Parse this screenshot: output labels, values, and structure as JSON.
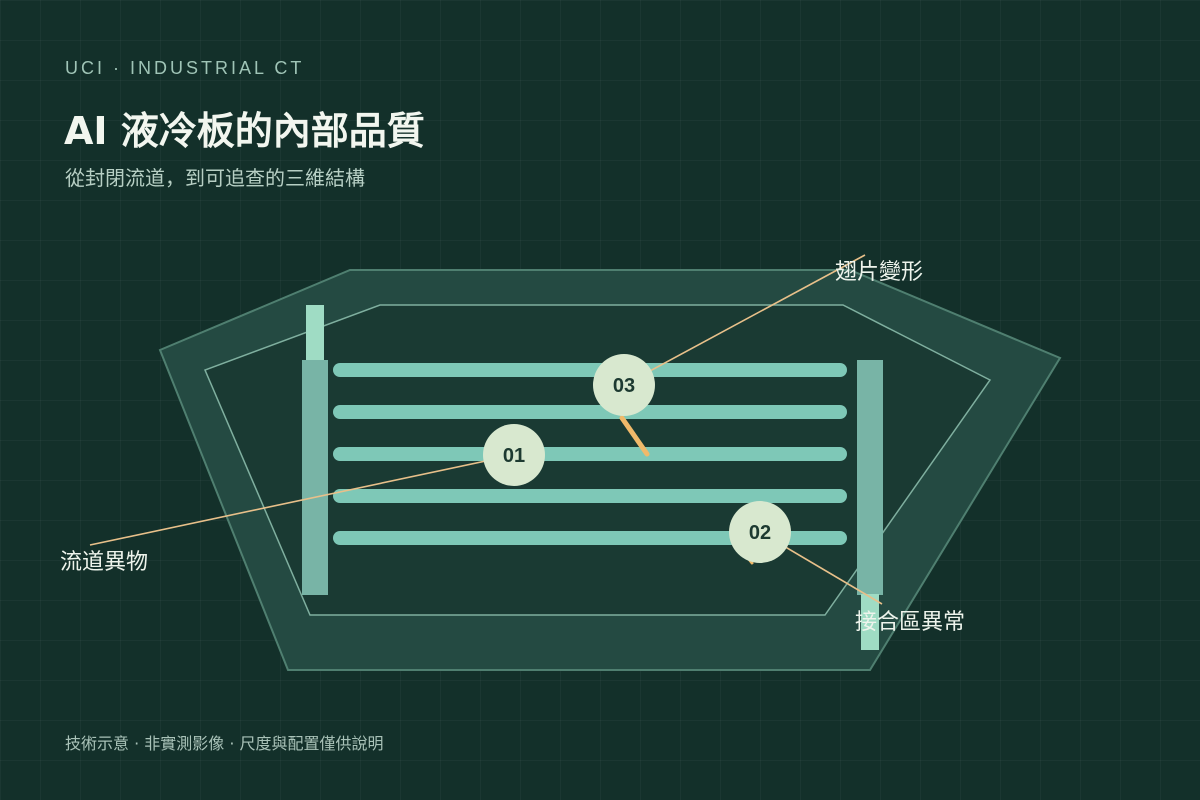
{
  "header": {
    "eyebrow": "UCI · INDUSTRIAL CT",
    "title": "AI 液冷板的內部品質",
    "subtitle": "從封閉流道，到可追查的三維結構"
  },
  "callouts": [
    {
      "number": "01",
      "label": "流道異物"
    },
    {
      "number": "02",
      "label": "接合區異常"
    },
    {
      "number": "03",
      "label": "翅片變形"
    }
  ],
  "footer": {
    "note": "技術示意 · 非實測影像 · 尺度與配置僅供說明"
  },
  "colors": {
    "background": "#13302a",
    "plate_outer": "#244a42",
    "plate_inner": "#1a3a33",
    "channel": "#7ec8b7",
    "manifold": "#78b4a6",
    "marker": "#d8e8cf",
    "leader": "#e8c08a",
    "defect": "#f0b96a"
  }
}
